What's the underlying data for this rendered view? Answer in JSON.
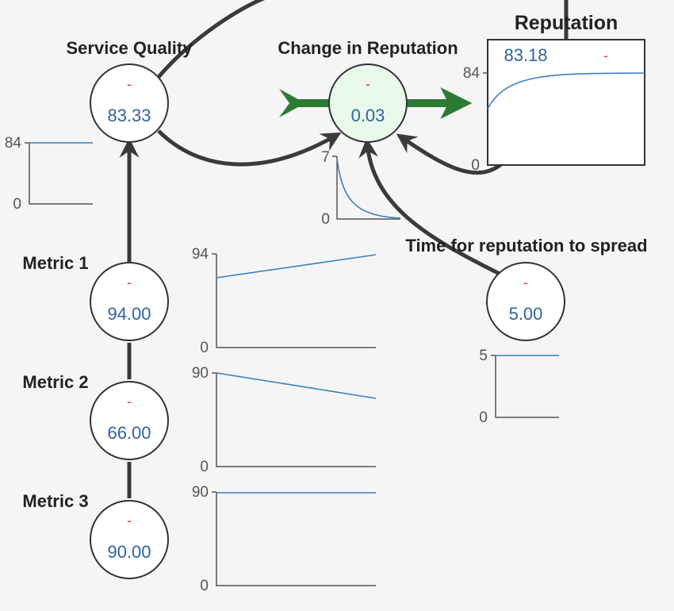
{
  "variables": {
    "service_quality": {
      "name": "Service Quality",
      "value": "83.33",
      "status": "-"
    },
    "change_in_reputation": {
      "name": "Change in Reputation",
      "value": "0.03",
      "status": "-"
    },
    "reputation": {
      "name": "Reputation",
      "value": "83.18",
      "status": "-"
    },
    "metric1": {
      "name": "Metric 1",
      "value": "94.00",
      "status": "-"
    },
    "metric2": {
      "name": "Metric 2",
      "value": "66.00",
      "status": "-"
    },
    "metric3": {
      "name": "Metric 3",
      "value": "90.00",
      "status": "-"
    },
    "time_spread": {
      "name": "Time for reputation to spread",
      "value": "5.00",
      "status": "-"
    }
  },
  "charts": {
    "service_quality": {
      "ymax": "84",
      "ymin": "0"
    },
    "change_in_reputation": {
      "ymax": "7",
      "ymin": "0"
    },
    "reputation": {
      "ymax": "84",
      "ymin": "0"
    },
    "metric1": {
      "ymax": "94",
      "ymin": "0"
    },
    "metric2": {
      "ymax": "90",
      "ymin": "0"
    },
    "metric3": {
      "ymax": "90",
      "ymin": "0"
    },
    "time_spread": {
      "ymax": "5",
      "ymin": "0"
    }
  },
  "colors": {
    "flow": "#2c7a34",
    "link": "#3a3a3a",
    "value_text": "#2f64a0",
    "status_dash": "#e53935",
    "sparkline": "#3a7fc0"
  }
}
